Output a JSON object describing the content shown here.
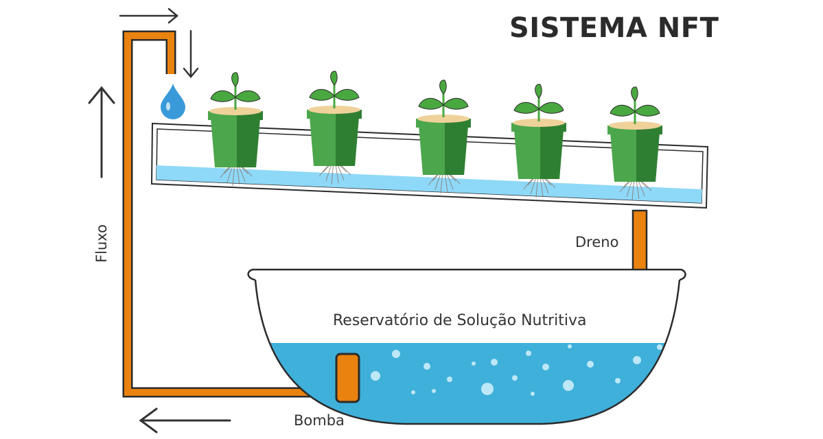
{
  "title": "SISTEMA NFT",
  "labels": {
    "flow": "Fluxo",
    "drain": "Dreno",
    "reservoir": "Reservatório de Solução Nutritiva",
    "pump": "Bomba"
  },
  "plant_count": 5,
  "colors": {
    "pipe": "#E9820F",
    "pipe_outline": "#2b2b2b",
    "pot_light": "#4CA64C",
    "pot_dark": "#2F7F33",
    "leaf": "#49A83F",
    "water": "#3FB0DA",
    "channel_water": "#8ED8F8",
    "drop": "#3A9AD9",
    "substrate": "#EFD29A",
    "text": "#333333"
  }
}
